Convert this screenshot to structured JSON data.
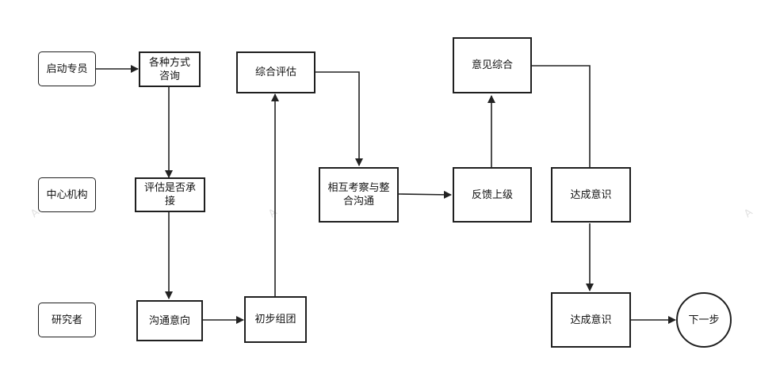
{
  "roles": {
    "starter": "启动专员",
    "center": "中心机构",
    "researcher": "研究者"
  },
  "nodes": {
    "consult": "各种方式\n咨询",
    "assess_accept": "评估是否承\n接",
    "intent_comm": "沟通意向",
    "initial_team": "初步组团",
    "comprehensive_eval": "综合评估",
    "mutual_inspect": "相互考察与整\n合沟通",
    "feedback_up": "反馈上级",
    "opinion_merge": "意见综合",
    "reach_consensus_1": "达成意识",
    "reach_consensus_2": "达成意识",
    "next_step": "下一步"
  }
}
